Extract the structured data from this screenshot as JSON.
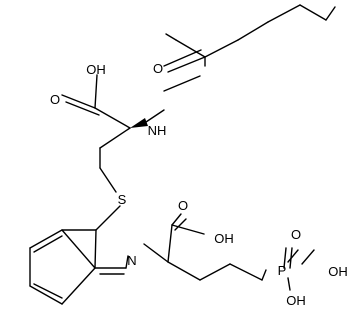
{
  "molecule": {
    "atom_labels": {
      "cys_acid_oh": "OH",
      "cys_acid_o": "O",
      "amide_o": "O",
      "amide_nh": "NH",
      "thioether_s": "S",
      "isoindole_n": "N",
      "chain_acid_o": "O",
      "chain_acid_oh": "OH",
      "phos_o": "O",
      "phos_p": "P",
      "phos_oh_right": "OH",
      "phos_oh_bottom": "OH"
    }
  }
}
